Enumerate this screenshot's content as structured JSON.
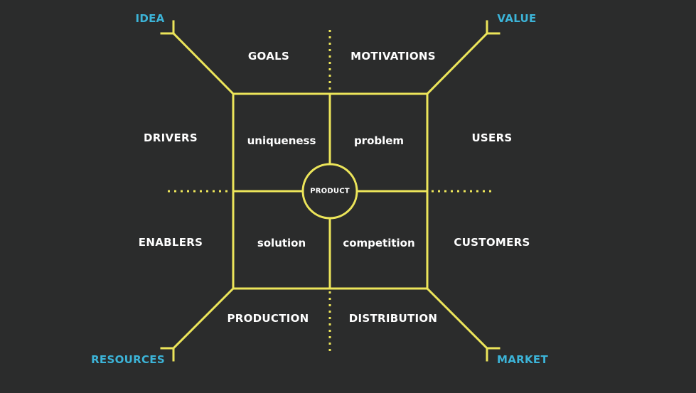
{
  "colors": {
    "background": "#2b2c2c",
    "line": "#ece55a",
    "text": "#ffffff",
    "corner_text": "#3cb4d8"
  },
  "corners": {
    "top_left": "IDEA",
    "top_right": "VALUE",
    "bottom_left": "RESOURCES",
    "bottom_right": "MARKET"
  },
  "outer": {
    "top_left": "GOALS",
    "top_right": "MOTIVATIONS",
    "left_upper": "DRIVERS",
    "right_upper": "USERS",
    "left_lower": "ENABLERS",
    "right_lower": "CUSTOMERS",
    "bottom_left": "PRODUCTION",
    "bottom_right": "DISTRIBUTION"
  },
  "inner": {
    "top_left": "uniqueness",
    "top_right": "problem",
    "bottom_left": "solution",
    "bottom_right": "competition"
  },
  "hub": {
    "label": "PRODUCT"
  }
}
